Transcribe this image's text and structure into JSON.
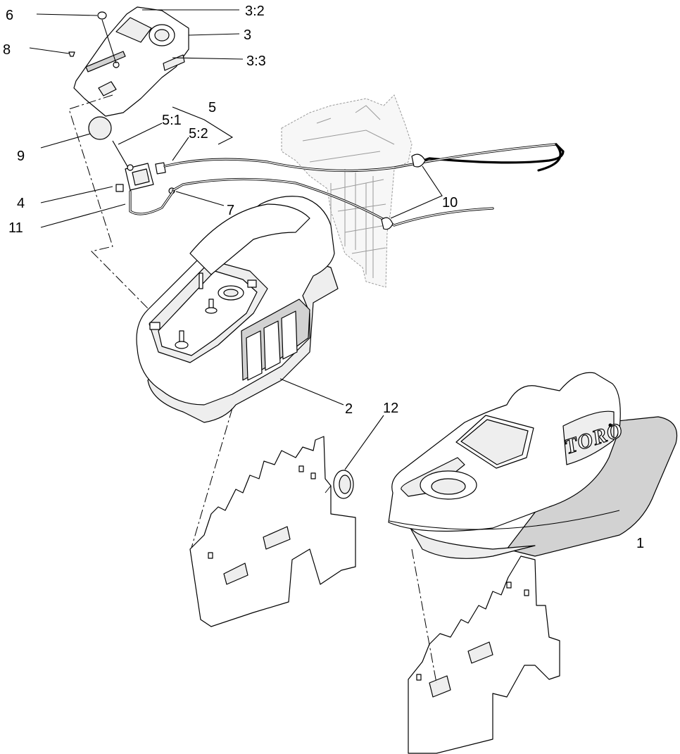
{
  "figure": {
    "logo": "TORO",
    "callouts": {
      "c1": "1",
      "c2": "2",
      "c3": "3",
      "c3_2": "3:2",
      "c3_3": "3:3",
      "c4": "4",
      "c5": "5",
      "c5_1": "5:1",
      "c5_2": "5:2",
      "c6": "6",
      "c7": "7",
      "c8": "8",
      "c9": "9",
      "c10": "10",
      "c11": "11",
      "c12": "12"
    }
  }
}
